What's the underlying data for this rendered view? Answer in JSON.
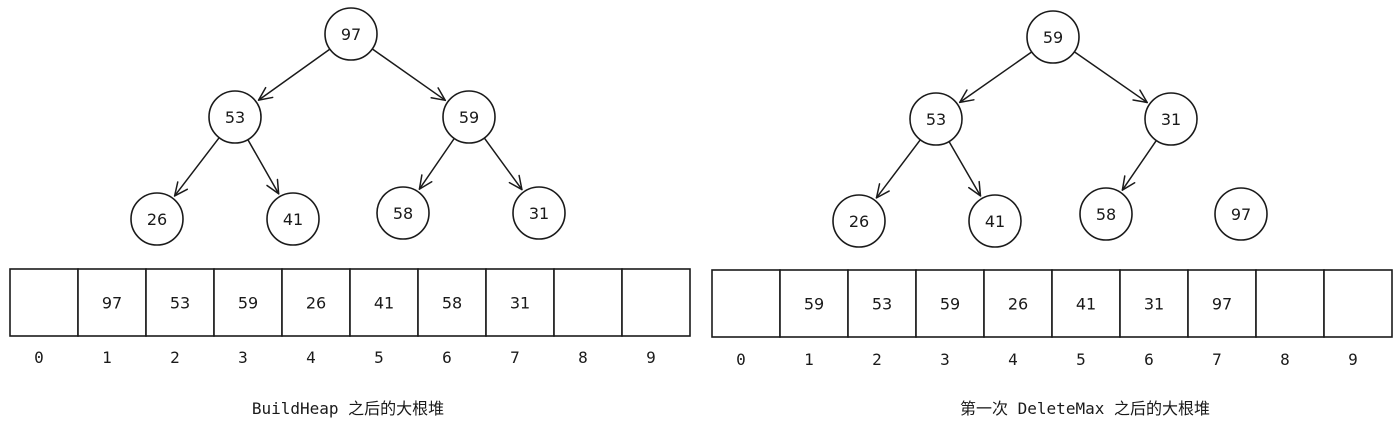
{
  "panels": [
    {
      "caption": "BuildHeap 之后的大根堆",
      "nodes": [
        "97",
        "53",
        "59",
        "26",
        "41",
        "58",
        "31"
      ],
      "edges": [
        [
          0,
          1
        ],
        [
          0,
          2
        ],
        [
          1,
          3
        ],
        [
          1,
          4
        ],
        [
          2,
          5
        ],
        [
          2,
          6
        ]
      ],
      "array": [
        "",
        "97",
        "53",
        "59",
        "26",
        "41",
        "58",
        "31",
        "",
        ""
      ],
      "indices": [
        "0",
        "1",
        "2",
        "3",
        "4",
        "5",
        "6",
        "7",
        "8",
        "9"
      ]
    },
    {
      "caption": "第一次 DeleteMax 之后的大根堆",
      "nodes": [
        "59",
        "53",
        "31",
        "26",
        "41",
        "58",
        "97"
      ],
      "edges": [
        [
          0,
          1
        ],
        [
          0,
          2
        ],
        [
          1,
          3
        ],
        [
          1,
          4
        ],
        [
          2,
          5
        ]
      ],
      "array": [
        "",
        "59",
        "53",
        "59",
        "26",
        "41",
        "31",
        "97",
        "",
        ""
      ],
      "indices": [
        "0",
        "1",
        "2",
        "3",
        "4",
        "5",
        "6",
        "7",
        "8",
        "9"
      ]
    }
  ]
}
